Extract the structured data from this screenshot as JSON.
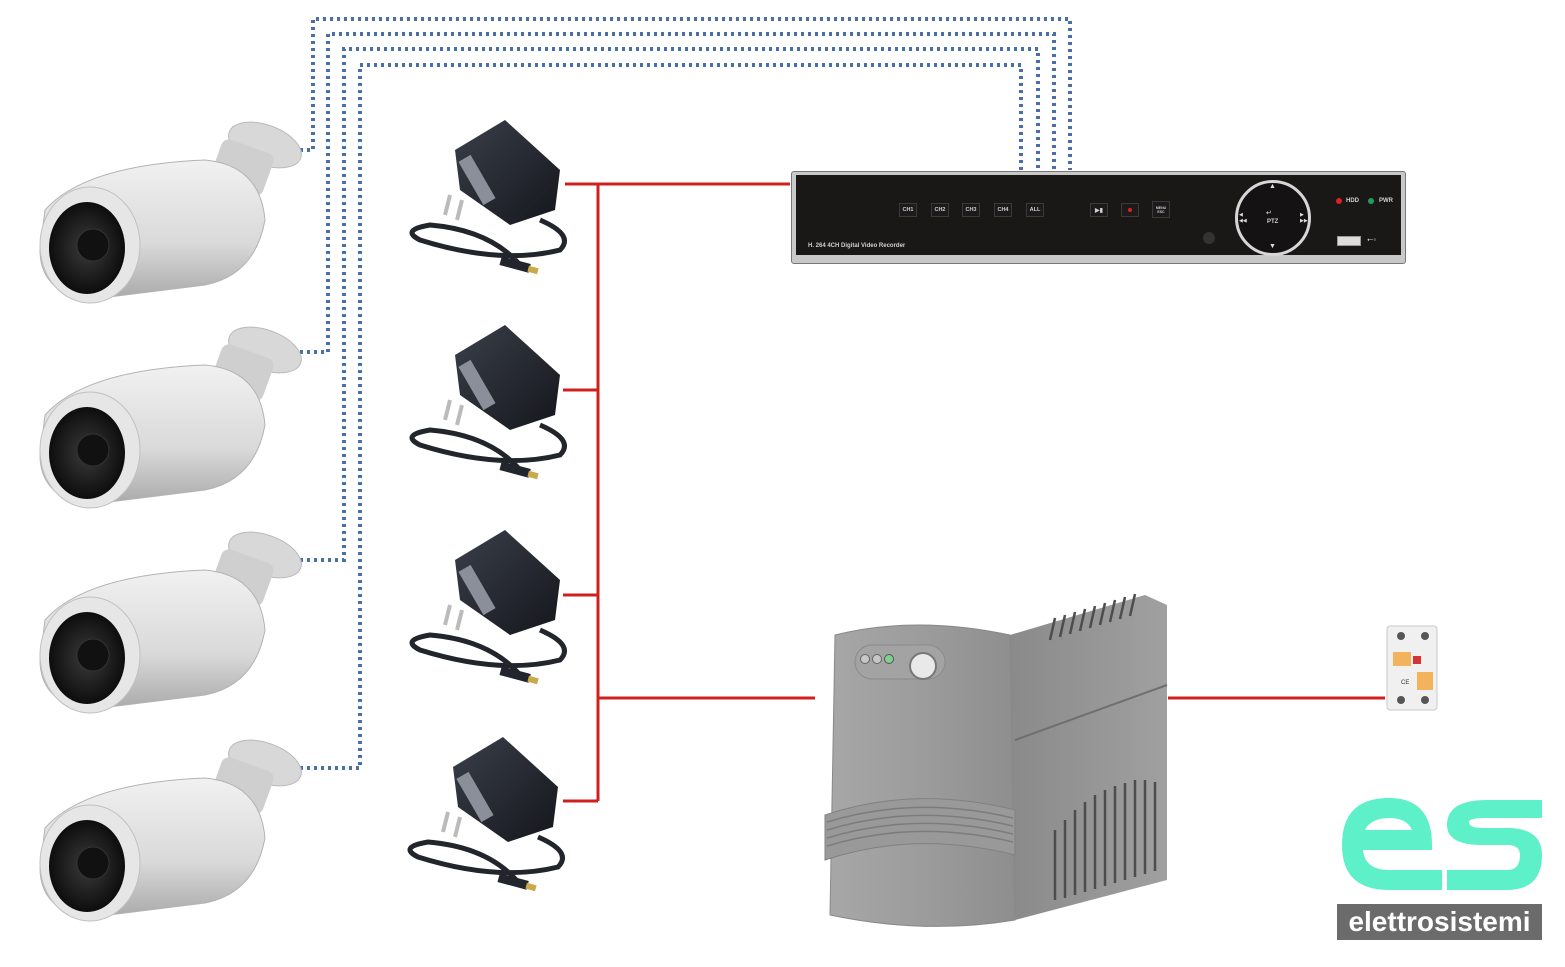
{
  "diagram": {
    "title": "4-channel CCTV system wiring",
    "colors": {
      "video_cable": "#4a6fa5",
      "power_cable": "#d01f1f",
      "logo_accent": "#5ef0c8",
      "logo_band": "#6b6b6b",
      "dvr_body": "#1a1717",
      "hdd_led": "#e02020",
      "pwr_led": "#1fa05a"
    },
    "cameras": [
      {
        "label": "camera-1"
      },
      {
        "label": "camera-2"
      },
      {
        "label": "camera-3"
      },
      {
        "label": "camera-4"
      }
    ],
    "adapters": [
      {
        "label": "power-adapter-1"
      },
      {
        "label": "power-adapter-2"
      },
      {
        "label": "power-adapter-3"
      },
      {
        "label": "power-adapter-4"
      }
    ],
    "dvr": {
      "model_text": "H. 264  4CH Digital Video Recorder",
      "buttons": [
        "CH1",
        "CH2",
        "CH3",
        "CH4",
        "ALL"
      ],
      "play_pause_icon": "play-pause-icon",
      "record_icon": "record-icon",
      "menu_label_top": "MENU",
      "menu_label_bottom": "ESC",
      "ptz_label": "PTZ",
      "hdd_label": "HDD",
      "pwr_label": "PWR",
      "usb_icon": "usb-icon"
    },
    "ups": {
      "label": "UPS"
    },
    "breaker": {
      "label": "circuit-breaker"
    },
    "logo": {
      "mark": "es",
      "wordmark": "elettrosistemi"
    }
  }
}
